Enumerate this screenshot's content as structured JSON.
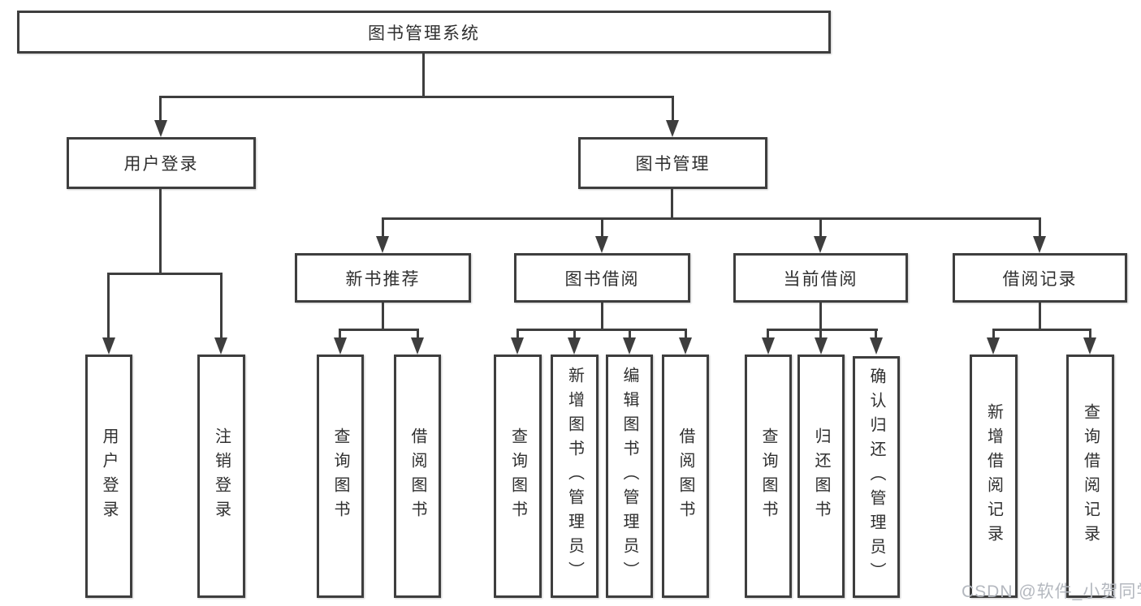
{
  "diagram": {
    "title_node": "图书管理系统",
    "level2": {
      "user_login": "用户登录",
      "book_management": "图书管理"
    },
    "level3": [
      "新书推荐",
      "图书借阅",
      "当前借阅",
      "借阅记录"
    ],
    "leaves": {
      "user_login": [
        "用户登录",
        "注销登录"
      ],
      "new_book": [
        "查询图书",
        "借阅图书"
      ],
      "book_borrow": [
        "查询图书",
        "新增图书（管理员）",
        "编辑图书（管理员）",
        "借阅图书"
      ],
      "current_borrow": [
        "查询图书",
        "归还图书",
        "确认归还（管理员）"
      ],
      "records": [
        "新增借阅记录",
        "查询借阅记录"
      ]
    }
  },
  "watermark": "CSDN @软件_小贺同学",
  "colors": {
    "line": "#3e3e3e",
    "text": "#2f2f2f",
    "box_fill": "#ffffff",
    "background": "#ffffff",
    "watermark": "#b4b8bf"
  }
}
